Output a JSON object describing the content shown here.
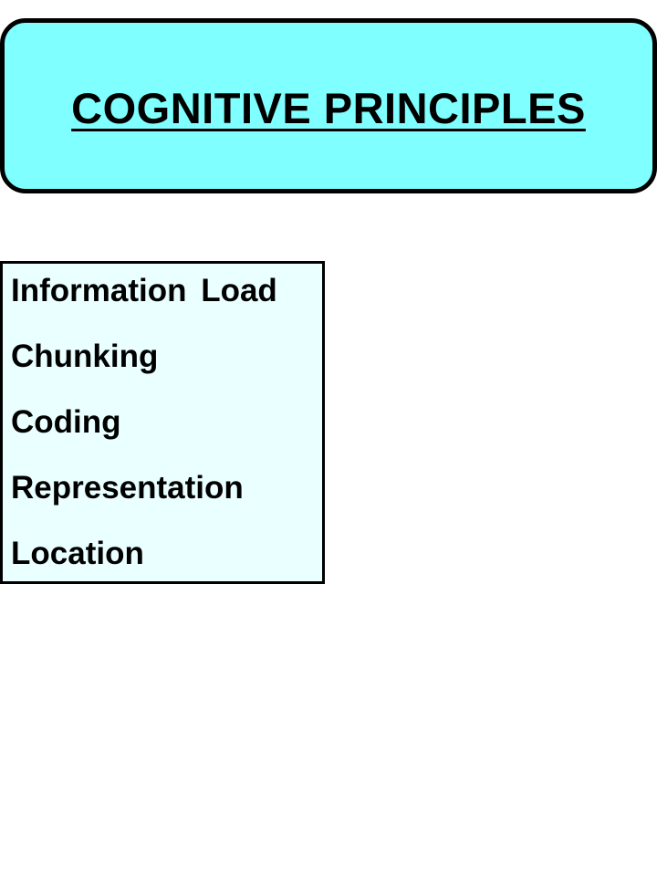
{
  "slide": {
    "title": "COGNITIVE PRINCIPLES",
    "items": [
      "Information Load",
      "Chunking",
      "Coding",
      "Representation",
      "Location"
    ]
  },
  "colors": {
    "title_banner_fill": "#7fffff",
    "list_box_fill": "#eaffff",
    "border": "#000000",
    "text": "#000000"
  }
}
